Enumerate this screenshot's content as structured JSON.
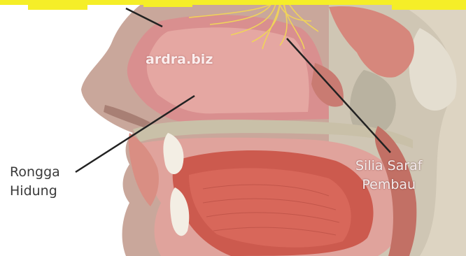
{
  "image": {
    "watermark": "ardra.biz",
    "labels": {
      "rongga_hidung": [
        "Rongga",
        "Hidung"
      ],
      "silia_saraf_pembau": [
        "Silia Saraf",
        "Pembau"
      ]
    }
  },
  "colors": {
    "skin": "#c9a79b",
    "cavity": "#d98f8f",
    "tissue_light": "#e9b0ab",
    "muscle": "#cc5a4e",
    "bone": "#c9c0a8",
    "nerve": "#f0d35a",
    "top_banner": "#f5ee28"
  }
}
